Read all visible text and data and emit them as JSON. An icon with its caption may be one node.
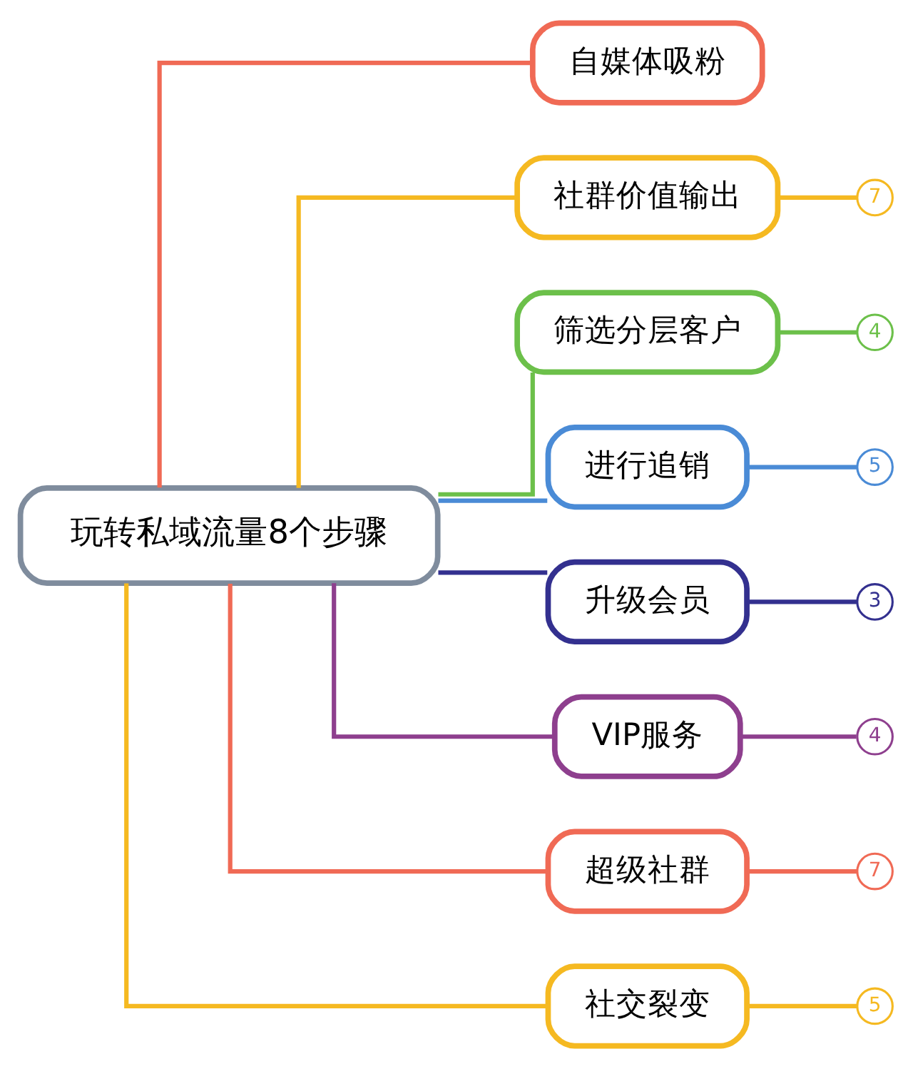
{
  "diagram": {
    "nodes": [
      {
        "text": [
          "玩转私域流量8个步骤"
        ]
      },
      {
        "text": [
          "自媒体吸粉"
        ]
      },
      {
        "text": [
          "社群价值输出"
        ]
      },
      {
        "text": [
          "7"
        ]
      },
      {
        "text": [
          "筛选分层客户"
        ]
      },
      {
        "text": [
          "4"
        ]
      },
      {
        "text": [
          "进行追销"
        ]
      },
      {
        "text": [
          "5"
        ]
      },
      {
        "text": [
          "升级会员"
        ]
      },
      {
        "text": [
          "3"
        ]
      },
      {
        "text": [
          "VIP服务"
        ]
      },
      {
        "text": [
          "4"
        ]
      },
      {
        "text": [
          "超级社群"
        ]
      },
      {
        "text": [
          "7"
        ]
      },
      {
        "text": [
          "社交裂变"
        ]
      },
      {
        "text": [
          "5"
        ]
      }
    ],
    "edges": [
      {
        "from": 0,
        "to": 1,
        "arrow": "none",
        "color": "#f06a55"
      },
      {
        "from": 0,
        "to": 2,
        "arrow": "none",
        "color": "#f5b921"
      },
      {
        "from": 2,
        "to": 3,
        "arrow": "none",
        "color": "#f5b921"
      },
      {
        "from": 0,
        "to": 4,
        "arrow": "none",
        "color": "#6cc04a"
      },
      {
        "from": 4,
        "to": 5,
        "arrow": "none",
        "color": "#6cc04a"
      },
      {
        "from": 0,
        "to": 6,
        "arrow": "none",
        "color": "#4a8bd6"
      },
      {
        "from": 6,
        "to": 7,
        "arrow": "none",
        "color": "#4a8bd6"
      },
      {
        "from": 0,
        "to": 8,
        "arrow": "none",
        "color": "#33308f"
      },
      {
        "from": 8,
        "to": 9,
        "arrow": "none",
        "color": "#33308f"
      },
      {
        "from": 0,
        "to": 10,
        "arrow": "none",
        "color": "#8e3f8e"
      },
      {
        "from": 10,
        "to": 11,
        "arrow": "none",
        "color": "#8e3f8e"
      },
      {
        "from": 0,
        "to": 12,
        "arrow": "none",
        "color": "#f06a55"
      },
      {
        "from": 12,
        "to": 13,
        "arrow": "none",
        "color": "#f06a55"
      },
      {
        "from": 0,
        "to": 14,
        "arrow": "none",
        "color": "#f5b921"
      },
      {
        "from": 14,
        "to": 15,
        "arrow": "none",
        "color": "#f5b921"
      }
    ]
  }
}
